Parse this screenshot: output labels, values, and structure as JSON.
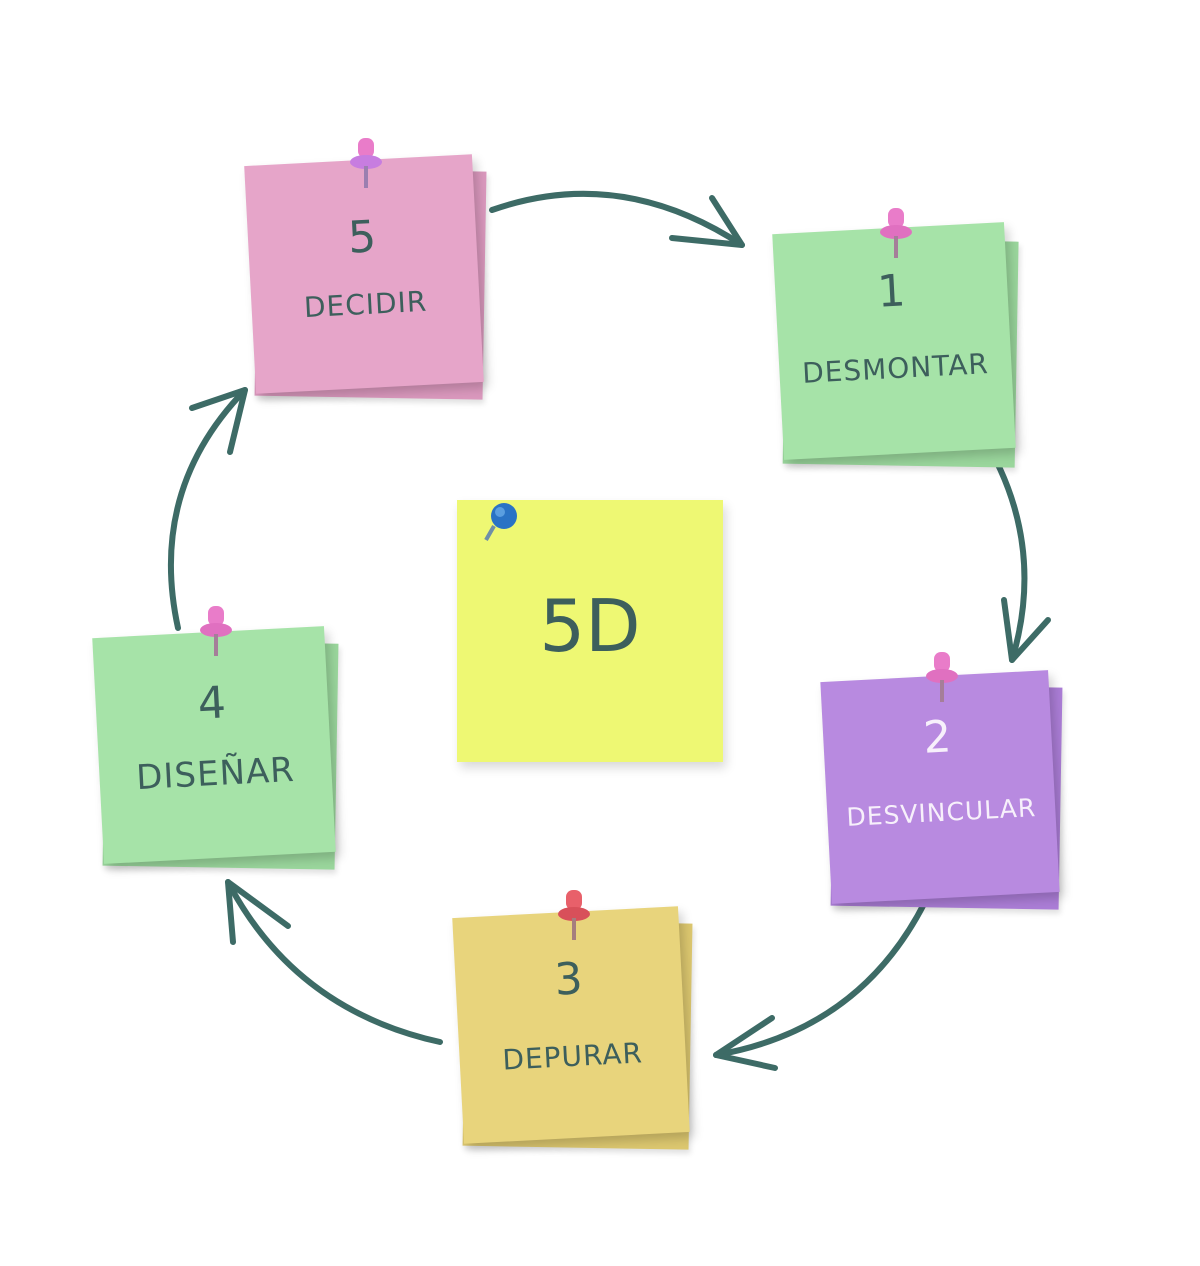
{
  "center": {
    "label": "5D"
  },
  "steps": [
    {
      "number": "5",
      "label": "DECIDIR"
    },
    {
      "number": "1",
      "label": "DESMONTAR"
    },
    {
      "number": "2",
      "label": "DESVINCULAR"
    },
    {
      "number": "3",
      "label": "DEPURAR"
    },
    {
      "number": "4",
      "label": "DISEÑAR"
    }
  ],
  "colors": {
    "arrow": "#3d6b66",
    "text": "#3d5f5c",
    "text_light": "#f7f0fb",
    "pink": "#e6a5c9",
    "green": "#a6e3a8",
    "purple": "#b88ae0",
    "yellow_gold": "#e8d47c",
    "yellow_center": "#eef873",
    "pin_pink": "#e97cc9",
    "pin_purple": "#c77de0",
    "pin_red": "#e8606a",
    "pin_blue": "#2a73c5"
  },
  "icons": [
    "push-pin-icon",
    "arrow-icon"
  ]
}
